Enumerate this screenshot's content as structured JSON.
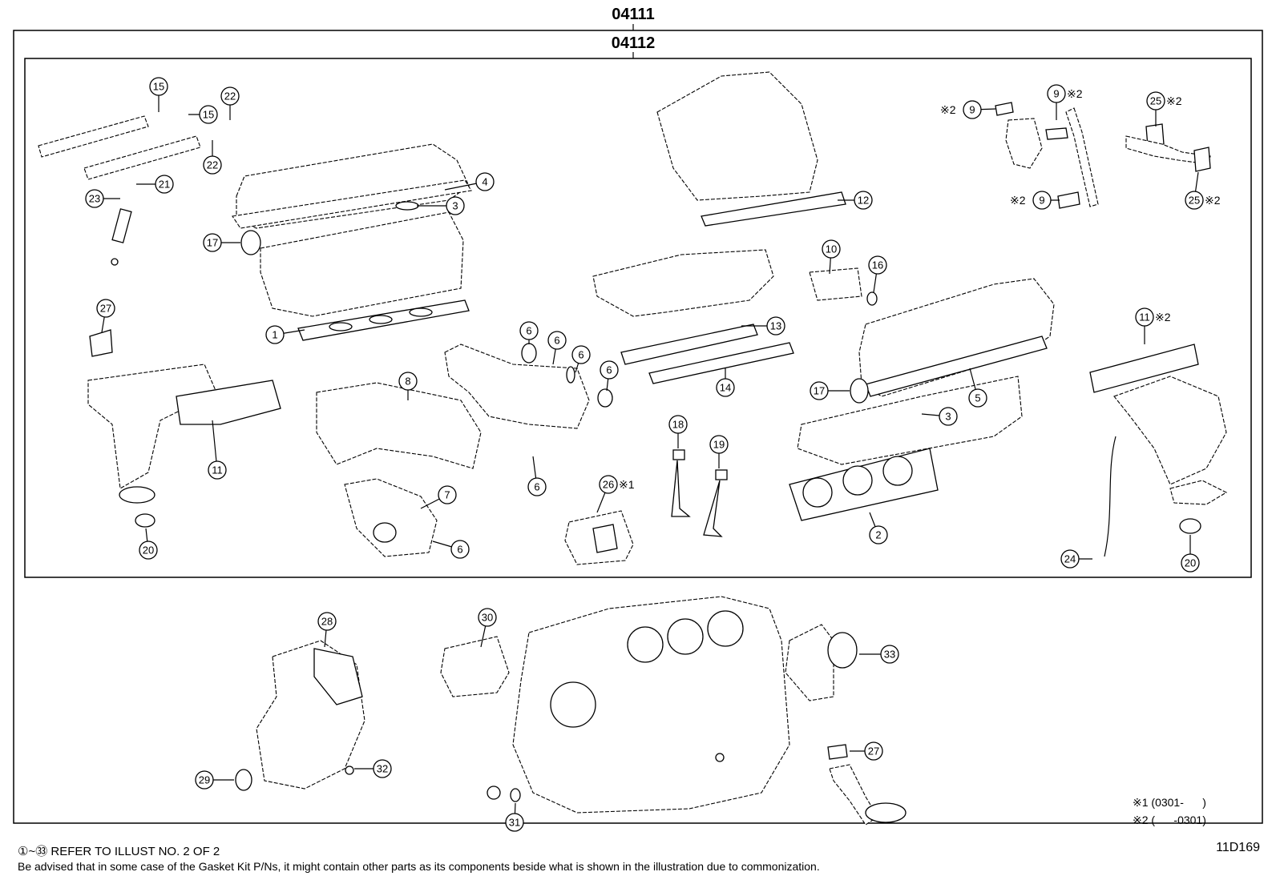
{
  "kits": {
    "outer": "04111",
    "inner": "04112"
  },
  "callouts": [
    {
      "id": "c1",
      "label": "1"
    },
    {
      "id": "c2",
      "label": "2"
    },
    {
      "id": "c3a",
      "label": "3"
    },
    {
      "id": "c3b",
      "label": "3"
    },
    {
      "id": "c4",
      "label": "4"
    },
    {
      "id": "c5",
      "label": "5"
    },
    {
      "id": "c6a",
      "label": "6"
    },
    {
      "id": "c6b",
      "label": "6"
    },
    {
      "id": "c6c",
      "label": "6"
    },
    {
      "id": "c6d",
      "label": "6"
    },
    {
      "id": "c6e",
      "label": "6"
    },
    {
      "id": "c6f",
      "label": "6"
    },
    {
      "id": "c7",
      "label": "7"
    },
    {
      "id": "c8",
      "label": "8"
    },
    {
      "id": "c9a",
      "label": "9",
      "note": "※2"
    },
    {
      "id": "c9b",
      "label": "9",
      "note": "※2"
    },
    {
      "id": "c9c",
      "label": "9",
      "note": "※2"
    },
    {
      "id": "c10",
      "label": "10"
    },
    {
      "id": "c11a",
      "label": "11"
    },
    {
      "id": "c11b",
      "label": "11",
      "note": "※2"
    },
    {
      "id": "c12",
      "label": "12"
    },
    {
      "id": "c13",
      "label": "13"
    },
    {
      "id": "c14",
      "label": "14"
    },
    {
      "id": "c15a",
      "label": "15"
    },
    {
      "id": "c15b",
      "label": "15"
    },
    {
      "id": "c16",
      "label": "16"
    },
    {
      "id": "c17a",
      "label": "17"
    },
    {
      "id": "c17b",
      "label": "17"
    },
    {
      "id": "c18",
      "label": "18"
    },
    {
      "id": "c19",
      "label": "19"
    },
    {
      "id": "c20a",
      "label": "20"
    },
    {
      "id": "c20b",
      "label": "20"
    },
    {
      "id": "c21",
      "label": "21"
    },
    {
      "id": "c22a",
      "label": "22"
    },
    {
      "id": "c22b",
      "label": "22"
    },
    {
      "id": "c23",
      "label": "23"
    },
    {
      "id": "c24",
      "label": "24"
    },
    {
      "id": "c25a",
      "label": "25",
      "note": "※2"
    },
    {
      "id": "c25b",
      "label": "25",
      "note": "※2"
    },
    {
      "id": "c26",
      "label": "26",
      "note": "※1"
    },
    {
      "id": "c27a",
      "label": "27"
    },
    {
      "id": "c27b",
      "label": "27"
    },
    {
      "id": "c28",
      "label": "28"
    },
    {
      "id": "c29",
      "label": "29"
    },
    {
      "id": "c30",
      "label": "30"
    },
    {
      "id": "c31",
      "label": "31"
    },
    {
      "id": "c32",
      "label": "32"
    },
    {
      "id": "c33",
      "label": "33"
    }
  ],
  "legend": {
    "note1": "※1 (0301-      )",
    "note2": "※2 (      -0301)"
  },
  "footer": {
    "refer": "①~㉝ REFER TO ILLUST NO. 2 OF 2",
    "advice": "Be advised that in some case of the Gasket Kit P/Ns,  it might contain other parts as its components beside what is shown in the illustration due to commonization."
  },
  "illustration_code": "11D169"
}
